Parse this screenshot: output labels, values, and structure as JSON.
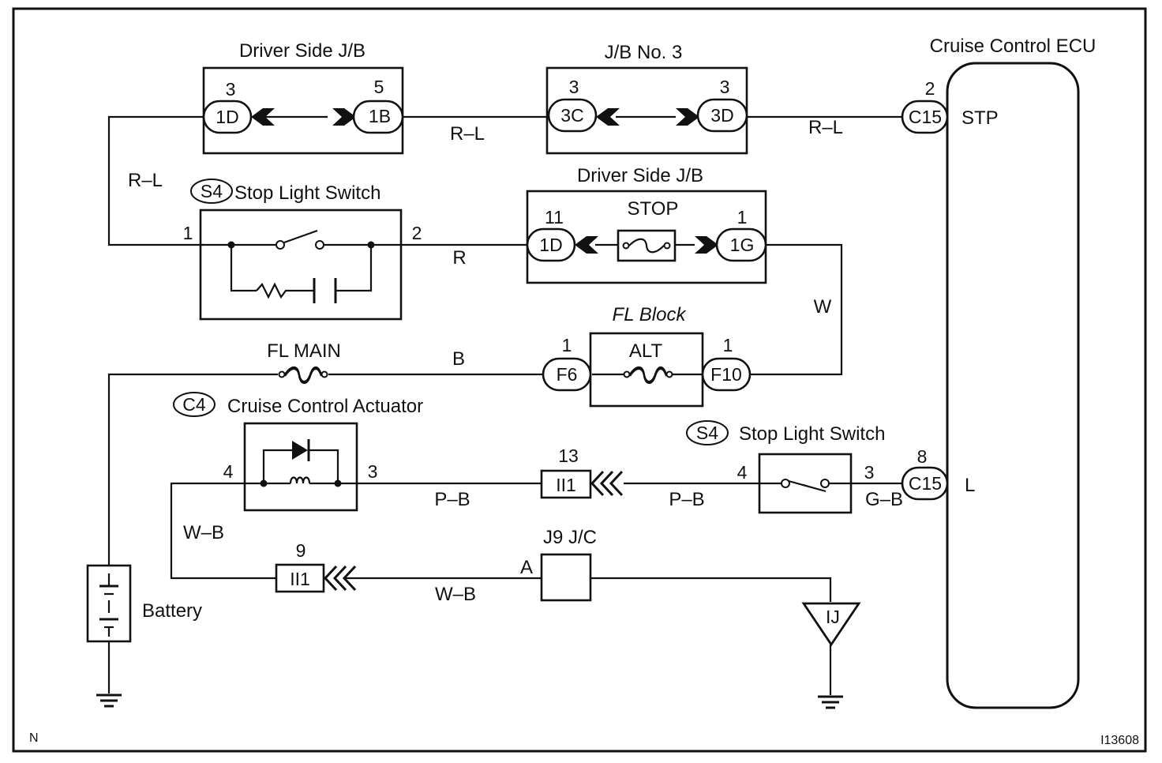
{
  "frame": {
    "corner_left": "N",
    "corner_right": "I13608"
  },
  "ecu": {
    "title": "Cruise Control ECU",
    "stp_label": "STP",
    "l_label": "L",
    "conn_top": "C15",
    "pin_top": "2",
    "conn_bottom": "C15",
    "pin_bottom": "8"
  },
  "jb_driver_top": {
    "title": "Driver Side J/B",
    "left_conn": "1D",
    "left_pin": "3",
    "right_conn": "1B",
    "right_pin": "5"
  },
  "jb3": {
    "title": "J/B No. 3",
    "left_conn": "3C",
    "left_pin": "3",
    "right_conn": "3D",
    "right_pin": "3"
  },
  "jb_driver_mid": {
    "title": "Driver Side J/B",
    "fuse": "STOP",
    "left_conn": "1D",
    "left_pin": "11",
    "right_conn": "1G",
    "right_pin": "1"
  },
  "stop_switch_top": {
    "tag": "S4",
    "title": "Stop Light Switch",
    "pin_left": "1",
    "pin_right": "2"
  },
  "fl_block": {
    "title": "FL Block",
    "fuse": "ALT",
    "left_conn": "F6",
    "left_pin": "1",
    "right_conn": "F10",
    "right_pin": "1"
  },
  "fl_main": {
    "label": "FL MAIN"
  },
  "actuator": {
    "tag": "C4",
    "title": "Cruise Control Actuator",
    "pin_left": "4",
    "pin_right": "3"
  },
  "stop_switch_bottom": {
    "tag": "S4",
    "title": "Stop Light Switch",
    "pin_left": "4",
    "pin_right": "3"
  },
  "ii1_upper": {
    "conn": "II1",
    "pin": "13"
  },
  "ii1_lower": {
    "conn": "II1",
    "pin": "9"
  },
  "jc": {
    "title": "J9 J/C",
    "pin": "A"
  },
  "ground_ij": {
    "label": "IJ"
  },
  "battery": {
    "label": "Battery"
  },
  "wires": {
    "rl_left": "R–L",
    "rl_mid": "R–L",
    "rl_right": "R–L",
    "r": "R",
    "w": "W",
    "b": "B",
    "pb_left": "P–B",
    "pb_right": "P–B",
    "gb": "G–B",
    "wb_left": "W–B",
    "wb_bottom": "W–B"
  }
}
